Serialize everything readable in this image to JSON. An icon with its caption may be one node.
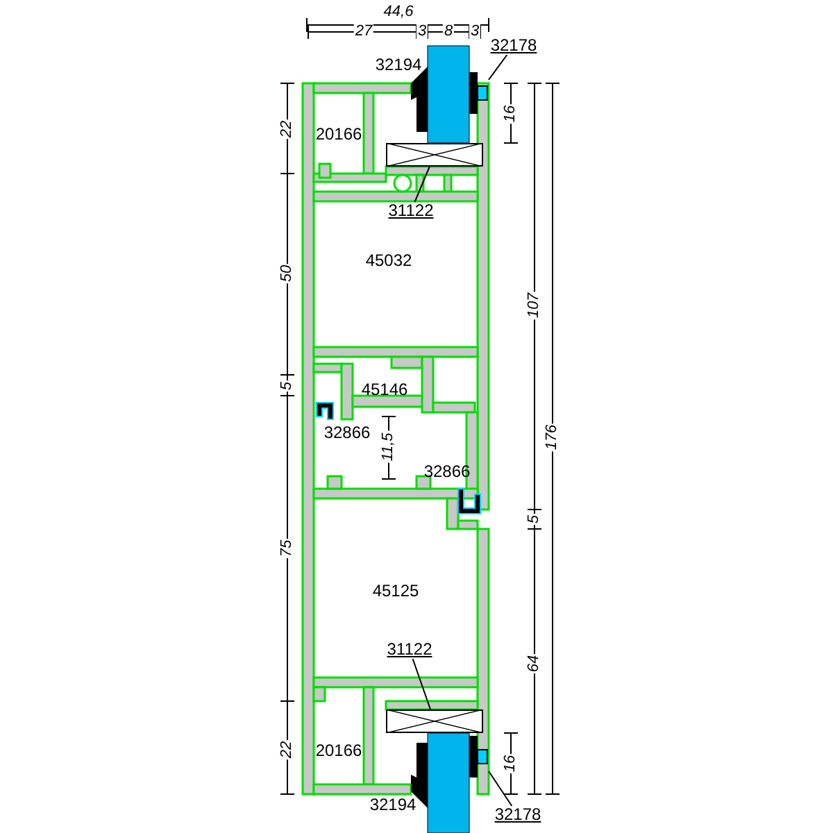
{
  "diagram": {
    "nodes": [
      {
        "text": [
          "32178"
        ]
      },
      {
        "text": [],
        "shape": "picture"
      },
      {
        "text": [
          "31122"
        ]
      },
      {
        "text": [],
        "shape": "box"
      },
      {
        "text": [
          "31122"
        ]
      },
      {
        "text": [],
        "shape": "box"
      },
      {
        "text": [
          "32178"
        ]
      },
      {
        "text": [],
        "shape": "picture"
      }
    ],
    "edges": [
      {
        "from": 0,
        "to": 1,
        "arrow": "none"
      },
      {
        "from": 2,
        "to": 3,
        "arrow": "none"
      },
      {
        "from": 4,
        "to": 5,
        "arrow": "none"
      },
      {
        "from": 6,
        "to": 7,
        "arrow": "none"
      }
    ],
    "labels": [
      "44,6",
      "27",
      "3",
      "8",
      "3",
      "32194",
      "16",
      "20166",
      "22",
      "45032",
      "50",
      "107",
      "176",
      "45146",
      "5",
      "32866",
      "11,5",
      "32866",
      "5",
      "75",
      "45125",
      "64",
      "22",
      "20166",
      "16",
      "32194"
    ]
  }
}
